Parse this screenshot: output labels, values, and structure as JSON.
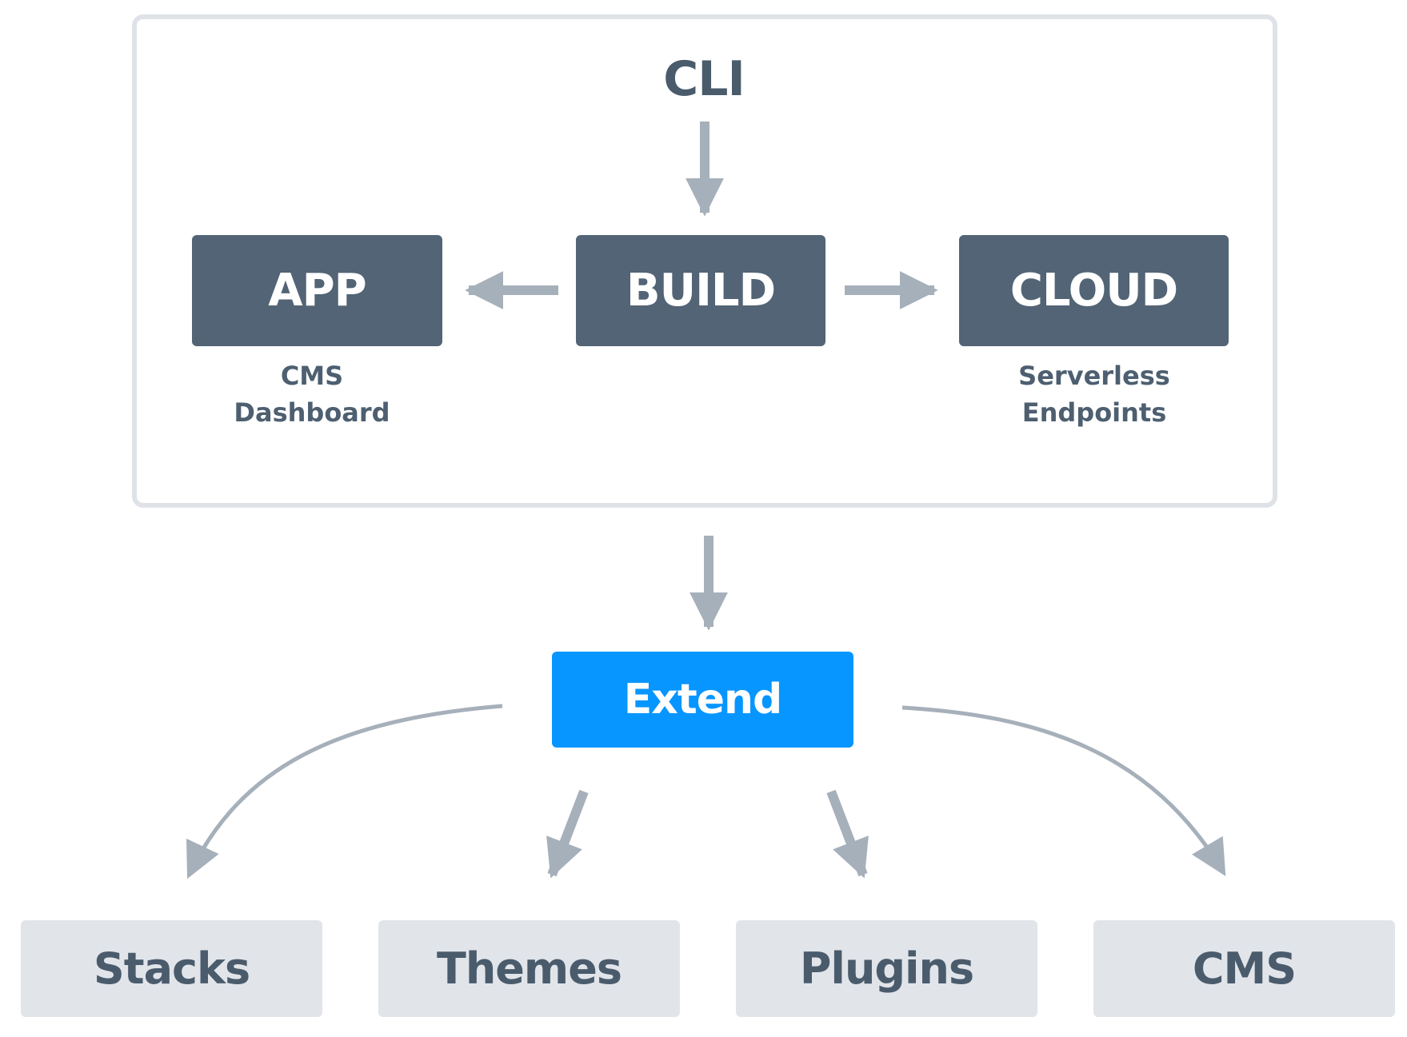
{
  "diagram": {
    "top_label": "CLI",
    "boxes": {
      "app": "APP",
      "build": "BUILD",
      "cloud": "CLOUD",
      "extend": "Extend"
    },
    "captions": {
      "app": [
        "CMS",
        "Dashboard"
      ],
      "cloud": [
        "Serverless",
        "Endpoints"
      ]
    },
    "bottom_boxes": [
      "Stacks",
      "Themes",
      "Plugins",
      "CMS"
    ]
  },
  "colors": {
    "dark_box": "#526475",
    "extend_box": "#0796ff",
    "light_box": "#e1e5ea",
    "arrow": "#a6b0ba",
    "frame": "#dfe3e8",
    "text_dark": "#4a5b6c"
  }
}
